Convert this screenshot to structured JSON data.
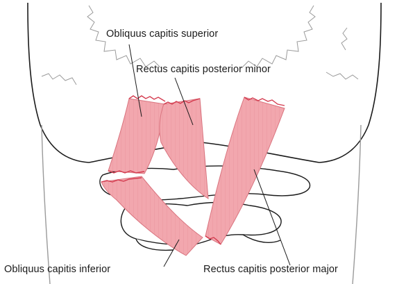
{
  "figure": {
    "labels": {
      "obliquus_superior": "Obliquus capitis superior",
      "rectus_minor": "Rectus capitis posterior minor",
      "obliquus_inferior": "Obliquus capitis inferior",
      "rectus_major": "Rectus capitis posterior major"
    },
    "colors": {
      "muscle_fill": "#f2a7ae",
      "muscle_fiber": "#d9737e",
      "tendon_edge": "#d43a4e",
      "bone_line": "#1a1a1a",
      "suture_line": "#9a9a9a",
      "background": "#ffffff"
    }
  }
}
